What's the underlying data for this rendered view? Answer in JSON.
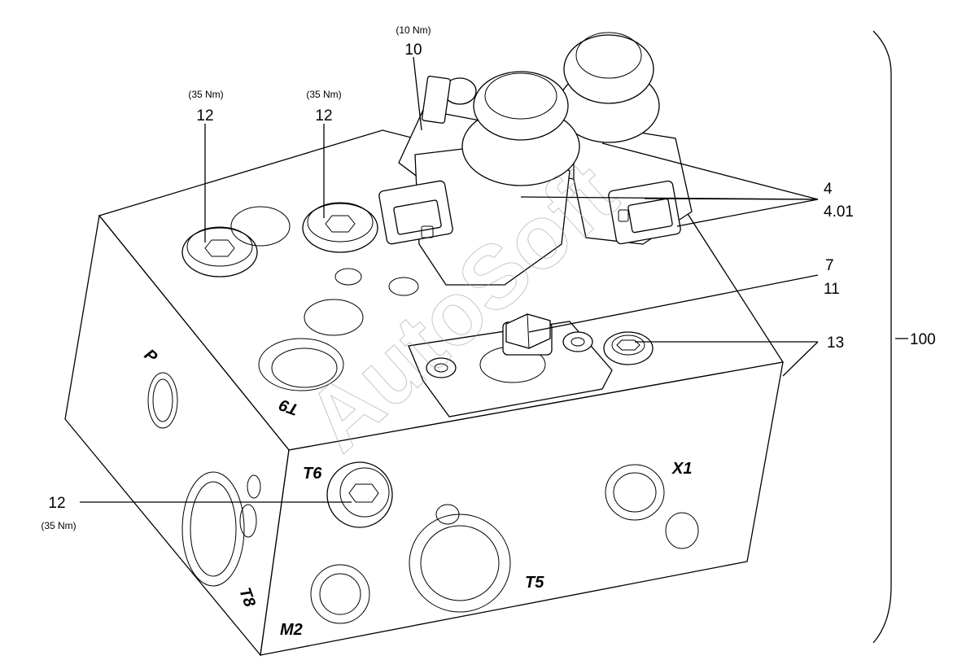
{
  "callouts": {
    "c10": {
      "number": "10",
      "torque": "(10 Nm)"
    },
    "c12_left": {
      "number": "12",
      "torque": "(35 Nm)"
    },
    "c12_mid": {
      "number": "12",
      "torque": "(35 Nm)"
    },
    "c12_front": {
      "number": "12",
      "torque": "(35 Nm)"
    },
    "c4": "4",
    "c401": "4.01",
    "c7": "7",
    "c11": "11",
    "c13": "13",
    "c100": "100"
  },
  "ports": {
    "p": "P",
    "t9": "T9",
    "t6": "T6",
    "x1": "X1",
    "t5": "T5",
    "t8": "T8",
    "m2": "M2"
  },
  "watermark": "AutoSoft"
}
